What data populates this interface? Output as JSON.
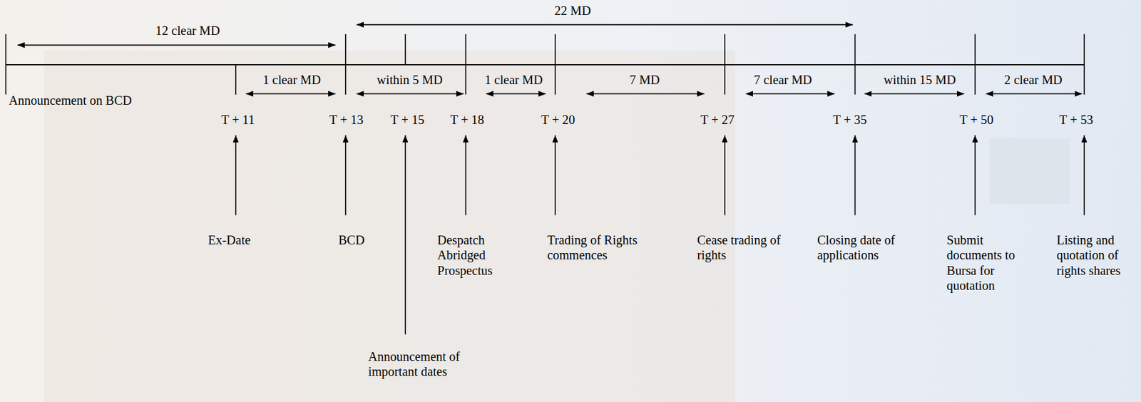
{
  "diagram": {
    "labels": [
      "22 MD",
      "12 clear MD",
      "1 clear MD",
      "within 5 MD",
      "1 clear MD",
      "7 MD",
      "7 clear MD",
      "within 15 MD",
      "2 clear MD",
      "Announcement on BCD",
      "T + 11",
      "T + 13",
      "T + 15",
      "T + 18",
      "T + 20",
      "T + 27",
      "T + 35",
      "T + 50",
      "T + 53",
      "Ex-Date",
      "BCD",
      "Despatch Abridged Prospectus",
      "Trading of Rights commences",
      "Cease trading of rights",
      "Closing date of applications",
      "Submit documents to Bursa for quotation",
      "Listing and quotation of rights shares",
      "Announcement of important dates"
    ]
  }
}
